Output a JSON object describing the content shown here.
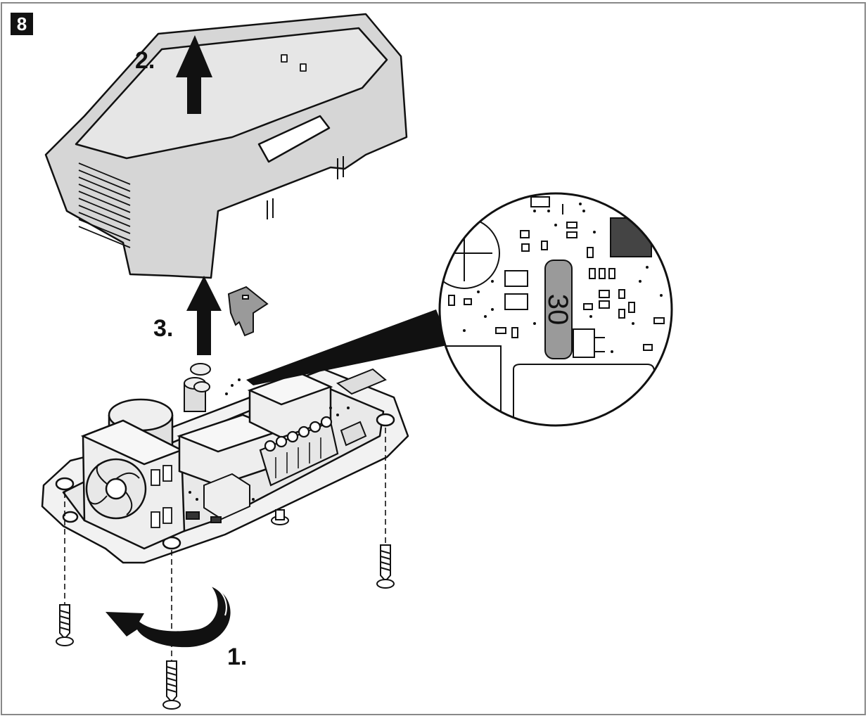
{
  "figure": {
    "number": "8",
    "steps": {
      "step1": "1.",
      "step2": "2.",
      "step3": "3."
    },
    "fuse_rating": "30"
  },
  "colors": {
    "line": "#111111",
    "cover": "#d6d6d6",
    "cover_top": "#e6e6e6",
    "base": "#f2f2f2",
    "fuse": "#9a9a9a",
    "arrow": "#111111"
  },
  "icons": {
    "arrow_up": "up-arrow-icon",
    "arrow_rotate": "rotate-arrow-icon",
    "screw": "screw-icon"
  }
}
